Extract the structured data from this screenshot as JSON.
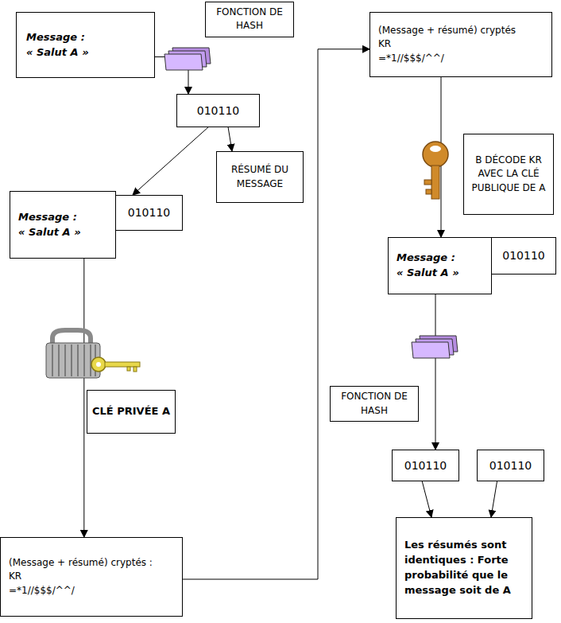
{
  "diagram": {
    "nodes": [
      {
        "text": [
          "FONCTION DE HASH"
        ]
      },
      {
        "text": [
          "Message :",
          "« Salut A »"
        ]
      },
      {
        "text": [
          "010110"
        ]
      },
      {
        "text": [
          "RÉSUMÉ DU MESSAGE"
        ]
      },
      {
        "text": [
          "Message :",
          "« Salut A »"
        ]
      },
      {
        "text": [
          "010110"
        ]
      },
      {
        "text": [
          "CLÉ PRIVÉE A"
        ]
      },
      {
        "text": [
          "(Message + résumé) cryptés :",
          "KR",
          "=*1//$$$/^^/"
        ]
      },
      {
        "text": [
          "(Message + résumé) cryptés",
          "KR",
          "=*1//$$$/^^/"
        ]
      },
      {
        "text": [
          "B DÉCODE KR AVEC LA CLÉ PUBLIQUE DE A"
        ]
      },
      {
        "text": [
          "Message :",
          "« Salut A »"
        ]
      },
      {
        "text": [
          "010110"
        ]
      },
      {
        "text": [
          "FONCTION DE HASH"
        ]
      },
      {
        "text": [
          "010110"
        ]
      },
      {
        "text": [
          "010110"
        ]
      },
      {
        "text": [
          "Les résumés sont identiques : Forte probabilité que le message soit de A"
        ]
      }
    ],
    "edges": [
      {
        "from": 1,
        "to": 2,
        "arrow": "to"
      },
      {
        "from": 2,
        "to": 3,
        "arrow": "to"
      },
      {
        "from": 2,
        "to": 5,
        "arrow": "to"
      },
      {
        "from": 4,
        "to": 7,
        "arrow": "to"
      },
      {
        "from": 7,
        "to": 8,
        "arrow": "to"
      },
      {
        "from": 8,
        "to": 10,
        "arrow": "to"
      },
      {
        "from": 10,
        "to": 13,
        "arrow": "to"
      },
      {
        "from": 13,
        "to": 15,
        "arrow": "to"
      },
      {
        "from": 14,
        "to": 15,
        "arrow": "to"
      }
    ]
  }
}
